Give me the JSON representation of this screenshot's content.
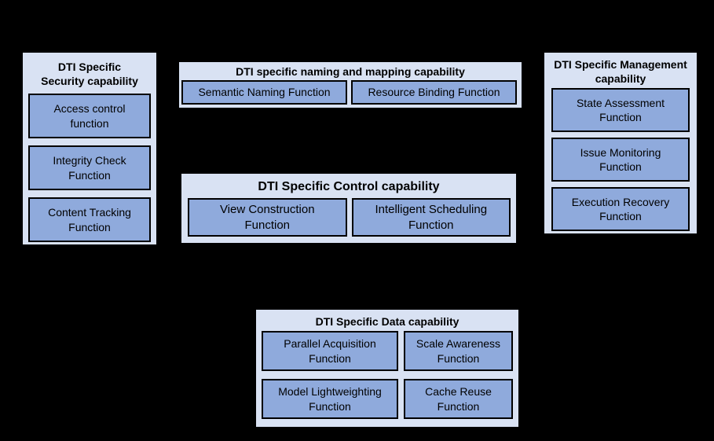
{
  "page": {
    "background_color": "#000000"
  },
  "colors": {
    "group_background": "#d9e2f3",
    "function_background": "#8faadc",
    "border": "#000000",
    "text": "#000000"
  },
  "groups": {
    "security": {
      "title": "DTI Specific\nSecurity capability",
      "functions": [
        "Access control\nfunction",
        "Integrity Check\nFunction",
        "Content Tracking\nFunction"
      ]
    },
    "naming": {
      "title": "DTI specific naming and mapping capability",
      "functions": [
        "Semantic Naming Function",
        "Resource Binding Function"
      ]
    },
    "control": {
      "title": "DTI Specific Control capability",
      "functions": [
        "View Construction\nFunction",
        "Intelligent Scheduling\nFunction"
      ]
    },
    "management": {
      "title": "DTI Specific Management\ncapability",
      "functions": [
        "State Assessment\nFunction",
        "Issue Monitoring\nFunction",
        "Execution Recovery\nFunction"
      ]
    },
    "data": {
      "title": "DTI Specific Data capability",
      "functions": [
        "Parallel Acquisition\nFunction",
        "Scale Awareness\nFunction",
        "Model Lightweighting\nFunction",
        "Cache Reuse\nFunction"
      ]
    }
  }
}
